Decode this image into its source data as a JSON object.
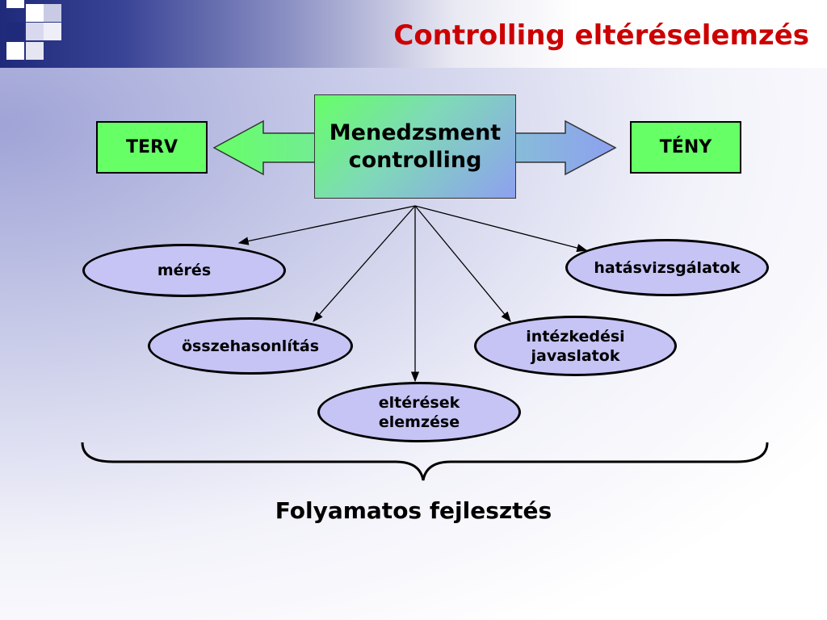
{
  "title": "Controlling eltéréselemzés",
  "nodes": {
    "left": "TERV",
    "right": "TÉNY",
    "center_line1": "Menedzsment",
    "center_line2": "controlling",
    "meres": "mérés",
    "osszehasonlitas": "összehasonlítás",
    "eltetesek_line1": "eltérések",
    "eltetesek_line2": "elemzése",
    "intezkedesi_line1": "intézkedési",
    "intezkedesi_line2": "javaslatok",
    "hatasvizsgalatok": "hatásvizsgálatok"
  },
  "footer": "Folyamatos fejlesztés",
  "colors": {
    "title": "#cc0000",
    "box_green": "#66ff66",
    "oval_fill": "#c6c3f5",
    "bar_dark": "#1f2a7a"
  }
}
